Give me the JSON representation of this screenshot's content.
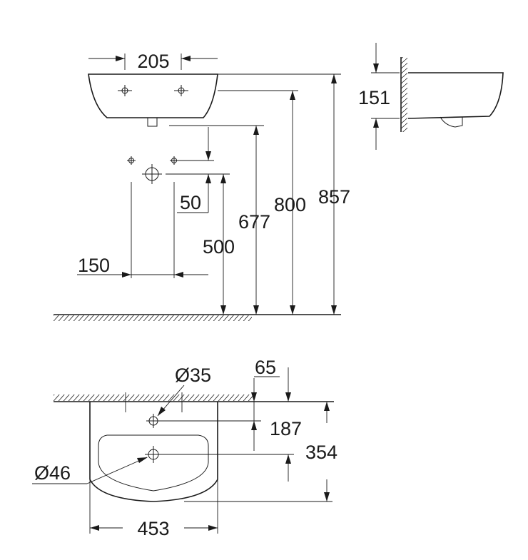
{
  "dimensions": {
    "d205": "205",
    "d151": "151",
    "d50": "50",
    "d677": "677",
    "d800": "800",
    "d857": "857",
    "d500": "500",
    "d150": "150",
    "d35": "Ø35",
    "d65": "65",
    "d187": "187",
    "d354": "354",
    "d46": "Ø46",
    "d453": "453"
  }
}
